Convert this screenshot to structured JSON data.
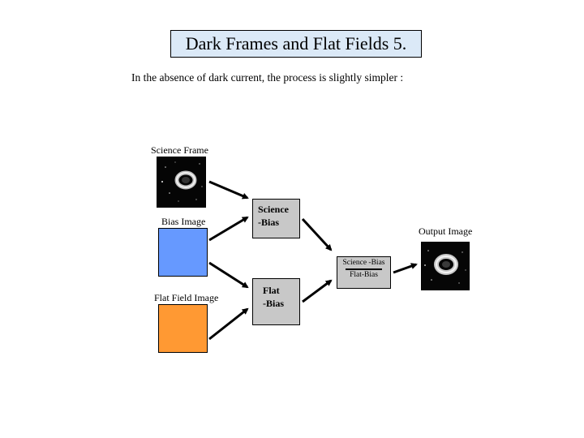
{
  "title": "Dark Frames and Flat Fields 5.",
  "subtitle": "In the absence of dark current, the process is slightly simpler :",
  "nodes": {
    "science_frame": {
      "label": "Science Frame"
    },
    "bias_image": {
      "label": "Bias Image",
      "color": "#6699ff"
    },
    "flat_field_image": {
      "label": "Flat Field Image",
      "color": "#ff9933"
    },
    "science_minus_bias": {
      "line1": "Science",
      "line2": "-Bias"
    },
    "flat_minus_bias": {
      "line1": "Flat",
      "line2": "-Bias"
    },
    "ratio": {
      "numerator": "Science -Bias",
      "denominator": "Flat-Bias"
    },
    "output_image": {
      "label": "Output Image"
    }
  },
  "colors": {
    "title_bg": "#dbe9f7",
    "process_box": "#c8c8c8"
  }
}
